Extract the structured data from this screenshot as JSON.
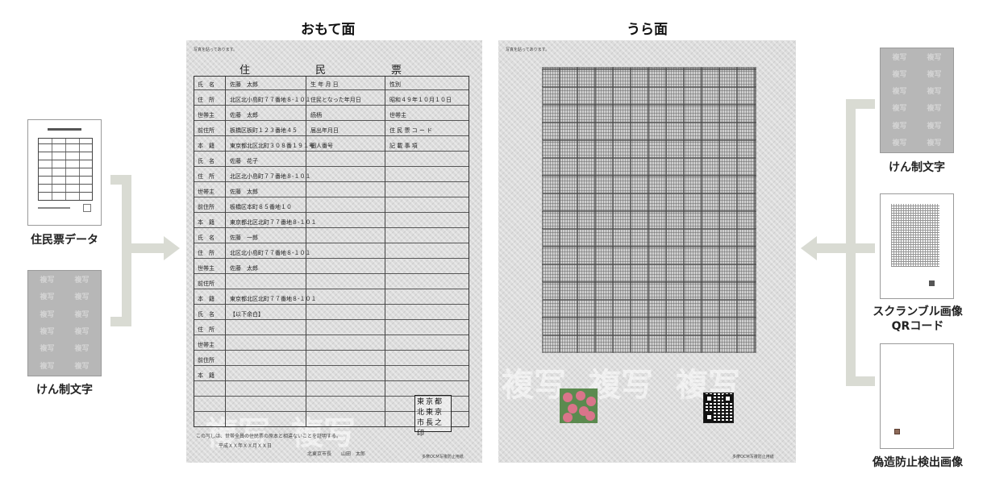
{
  "front": {
    "title": "おもて面",
    "heading": "住　民　票",
    "top_note": "写真を貼ってあります。",
    "rows": [
      {
        "label": "氏　名",
        "value": "佐藤　太郎"
      },
      {
        "label": "住　所",
        "value": "北区北小島町７７番地８‐１０１"
      },
      {
        "label": "世帯主",
        "value": "佐藤　太郎"
      },
      {
        "label": "前住所",
        "value": "板橋区板町１２３番地４５"
      },
      {
        "label": "本　籍",
        "value": "東京都北区北町３０８番１９１号"
      },
      {
        "label": "氏　名",
        "value": "佐藤　花子"
      },
      {
        "label": "住　所",
        "value": "北区北小島町７７番地８‐１０１"
      },
      {
        "label": "世帯主",
        "value": "佐藤　太郎"
      },
      {
        "label": "前住所",
        "value": "板橋区本町８５番地１０"
      },
      {
        "label": "本　籍",
        "value": "東京都北区北町７７番地８‐１０１"
      },
      {
        "label": "氏　名",
        "value": "佐藤　一郎"
      },
      {
        "label": "住　所",
        "value": "北区北小島町７７番地８‐１０１"
      },
      {
        "label": "世帯主",
        "value": "佐藤　太郎"
      },
      {
        "label": "前住所",
        "value": ""
      },
      {
        "label": "本　籍",
        "value": "東京都北区北町７７番地８‐１０１"
      },
      {
        "label": "氏　名",
        "value": "【以下余白】"
      },
      {
        "label": "住　所",
        "value": ""
      },
      {
        "label": "世帯主",
        "value": ""
      },
      {
        "label": "前住所",
        "value": ""
      },
      {
        "label": "本　籍",
        "value": ""
      }
    ],
    "right_cells": [
      "生 年 月 日",
      "性別",
      "住民となった年月日",
      "昭和４９年１０月１０日",
      "続柄",
      "世帯主",
      "届出年月日",
      "住 民 票 コ ー ド",
      "個人番号",
      "記 載 事 項"
    ],
    "certify_text": "この写しは、世帯全員の住民票の原本と相違ないことを証明する。",
    "date_text": "平成ＸＸ年ＸＸ月ＸＸ日",
    "mayor_text": "北東京市長　　山田　太郎",
    "seal_lines": [
      "東京都",
      "北東京",
      "市長之印"
    ],
    "footer_note": "多摩OCM写複防止用紙"
  },
  "back": {
    "title": "うら面",
    "top_note": "写真を貼ってあります。",
    "footer_note": "多摩OCM写複防止用紙"
  },
  "inputs_left": [
    {
      "label": "住民票データ"
    },
    {
      "label": "けん制文字"
    }
  ],
  "inputs_right": [
    {
      "label": "けん制文字"
    },
    {
      "label": "スクランブル画像\nQRコード"
    },
    {
      "label": "偽造防止検出画像"
    }
  ],
  "watermark": {
    "glyph_a": "複写",
    "glyph_b": "複写"
  },
  "colors": {
    "bracket": "#d9dbd3",
    "sheet": "#dcdcdc",
    "flower_bg": "#5b8a4f",
    "flower": "#d9748a"
  }
}
